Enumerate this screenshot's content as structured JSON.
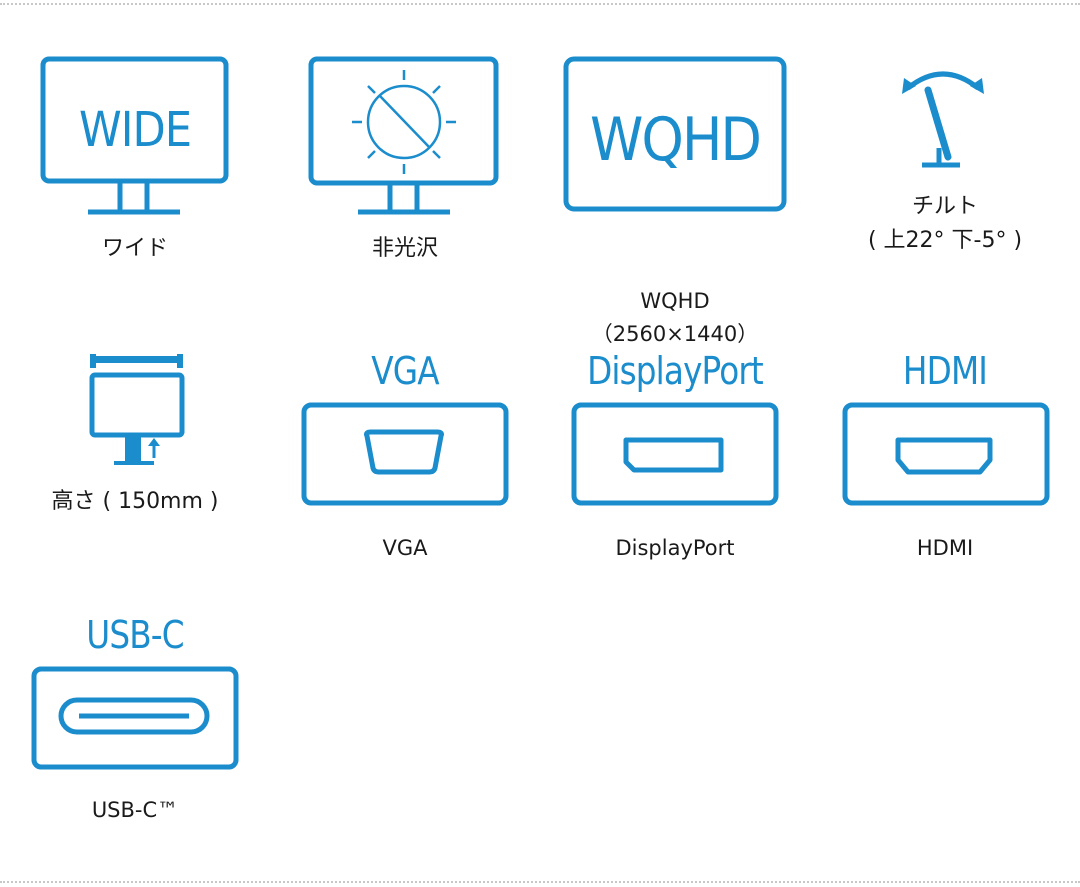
{
  "colors": {
    "accent": "#1b8ccc",
    "text": "#1a1a1a",
    "divider": "#c8c8c8"
  },
  "features": {
    "wide": {
      "icon": "wide-monitor-icon",
      "icon_text": "WIDE",
      "caption": "ワイド"
    },
    "antiglare": {
      "icon": "anti-glare-monitor-icon",
      "caption": "非光沢"
    },
    "wqhd": {
      "icon": "wqhd-screen-icon",
      "icon_text": "WQHD",
      "caption_line1": "WQHD",
      "caption_line2": "（2560×1440）"
    },
    "tilt": {
      "icon": "tilt-stand-icon",
      "caption_line1": "チルト",
      "caption_line2": "( 上22° 下-5° )"
    },
    "height": {
      "icon": "height-adjust-icon",
      "caption": "高さ ( 150mm )"
    },
    "vga": {
      "icon": "vga-port-icon",
      "title": "VGA",
      "caption": "VGA"
    },
    "displayport": {
      "icon": "displayport-port-icon",
      "title": "DisplayPort",
      "caption": "DisplayPort"
    },
    "hdmi": {
      "icon": "hdmi-port-icon",
      "title": "HDMI",
      "caption": "HDMI"
    },
    "usbc": {
      "icon": "usb-c-port-icon",
      "title": "USB-C",
      "caption": "USB-C™"
    }
  }
}
